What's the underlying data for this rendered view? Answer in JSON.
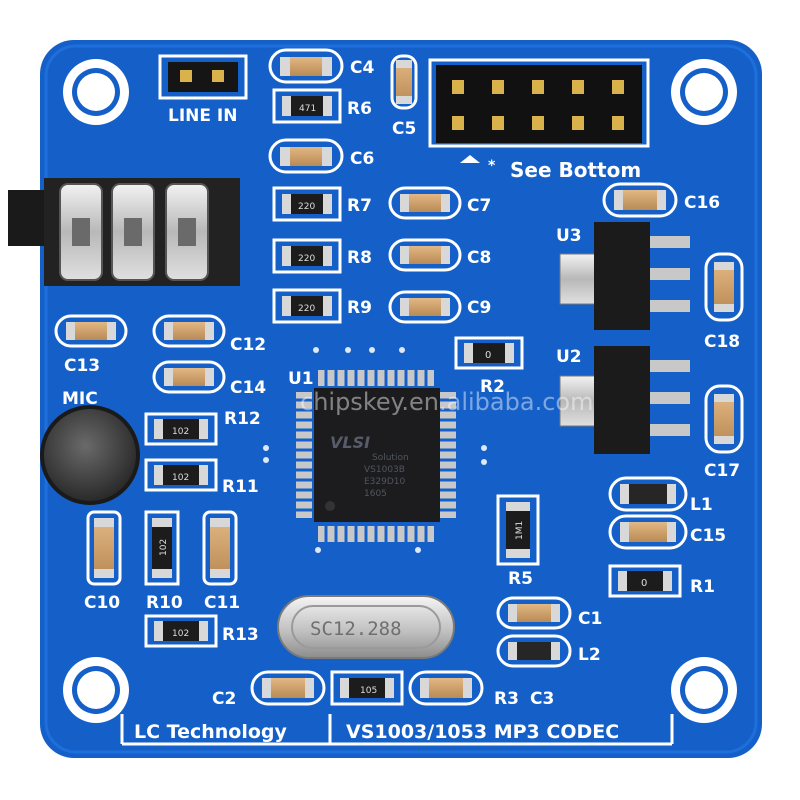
{
  "board": {
    "color": "#1560c8",
    "silk_color": "#ffffff",
    "brand": "LC Technology",
    "product": "VS1003/1053 MP3 CODEC",
    "watermark": "chipskey.en.alibaba.com"
  },
  "headers": {
    "line_in": "LINE IN",
    "mic": "MIC",
    "see_bottom": "See Bottom"
  },
  "labels": {
    "c2": "C2",
    "c3": "C3",
    "c4": "C4",
    "c5": "C5",
    "c6": "C6",
    "c7": "C7",
    "c8": "C8",
    "c9": "C9",
    "c10": "C10",
    "c11": "C11",
    "c12": "C12",
    "c13": "C13",
    "c14": "C14",
    "c15": "C15",
    "c16": "C16",
    "c17": "C17",
    "c18": "C18",
    "c1": "C1",
    "r1": "R1",
    "r2": "R2",
    "r3": "R3",
    "r5": "R5",
    "r6": "R6",
    "r7": "R7",
    "r8": "R8",
    "r9": "R9",
    "r10": "R10",
    "r11": "R11",
    "r12": "R12",
    "r13": "R13",
    "u1": "U1",
    "u2": "U2",
    "u3": "U3",
    "l1": "L1",
    "l2": "L2"
  },
  "markings": {
    "r6": "471",
    "r7": "220",
    "r8": "220",
    "r9": "220",
    "r2": "0",
    "r1": "0",
    "r5": "1M1",
    "r10": "102",
    "r11": "102",
    "r12": "102",
    "r13": "102",
    "r3": "105",
    "crystal": "SC12.288"
  },
  "chip": {
    "logo": "VLSI",
    "line1": "Solution",
    "line2": "VS1003B",
    "line3": "E329D10",
    "line4": "1605"
  }
}
